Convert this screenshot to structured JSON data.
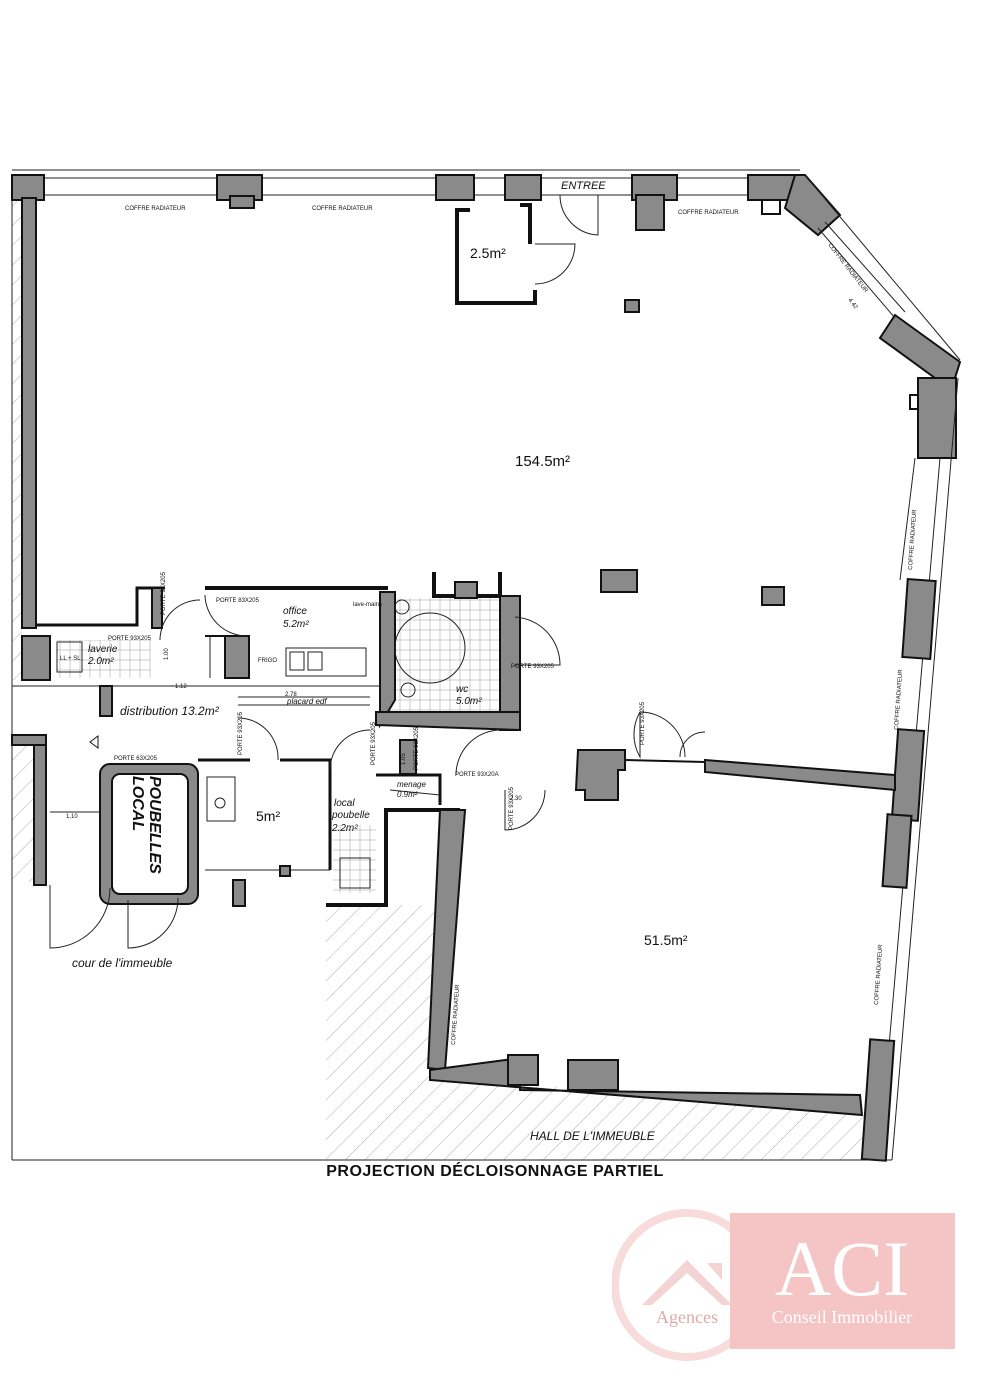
{
  "plan": {
    "title": "PROJECTION  DÉCLOISONNAGE PARTIEL",
    "entrance": "ENTREE",
    "rooms": {
      "main_area": "154.5m²",
      "small_room": "2.5m²",
      "second_area": "51.5m²",
      "storage_room": "5m²",
      "office_name": "office",
      "office_area": "5.2m²",
      "wc_name": "wc",
      "wc_area": "5.0m²",
      "laverie_name": "laverie",
      "laverie_area": "2.0m²",
      "distribution": "distribution 13.2m²",
      "local_poubelle_line1": "local",
      "local_poubelle_line2": "poubelle",
      "local_poubelle_area": "2.2m²",
      "menage_name": "menage",
      "menage_area": "0.9m²",
      "local_poubelles_line1": "LOCAL",
      "local_poubelles_line2": "POUBELLES"
    },
    "labels": {
      "coffre_radiateur": "COFFRE RADIATEUR",
      "cour": "cour de l'immeuble",
      "hall": "HALL DE L'IMMEUBLE",
      "placard": "placard edf",
      "frigo": "FRIGO",
      "lave_mains": "lave-mains",
      "ll_sl": "LL + SL",
      "porte_93": "PORTE 93X205",
      "porte_83": "PORTE 83X205",
      "porte_63": "PORTE 63X205",
      "porte_93_20a": "PORTE 93X20A",
      "porte_93b": "PORTE 93X205"
    },
    "dimensions": {
      "d1": "1.12",
      "d2": "2.78",
      "d3": "1.10",
      "d4": "1.00",
      "d5": "1.05",
      "d6": "2.30",
      "d7": "4.42"
    }
  },
  "logo": {
    "brand": "ACI",
    "line1": "Agences",
    "line2": "Conseil Immobilier",
    "color": "#e05a5a"
  }
}
